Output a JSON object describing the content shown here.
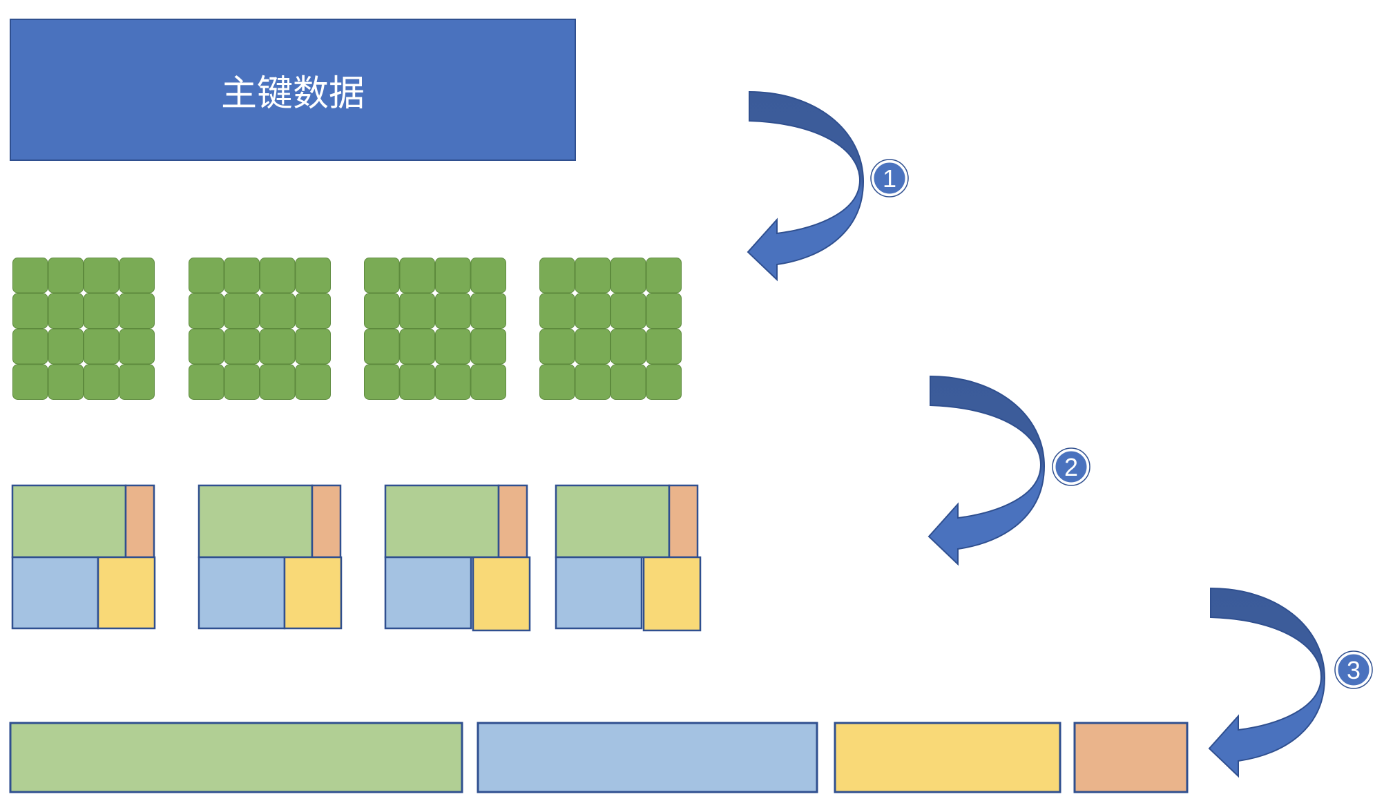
{
  "header": {
    "title": "主键数据"
  },
  "steps": [
    {
      "label": "1"
    },
    {
      "label": "2"
    },
    {
      "label": "3"
    }
  ],
  "colors": {
    "primary_blue": "#4a72be",
    "arrow_dark": "#3d5b9a",
    "grid_green": "#7aab55",
    "light_green": "#b1cf94",
    "light_blue": "#a4c2e2",
    "yellow": "#f9d977",
    "orange": "#eab48b",
    "outline": "#2f4f8f"
  }
}
